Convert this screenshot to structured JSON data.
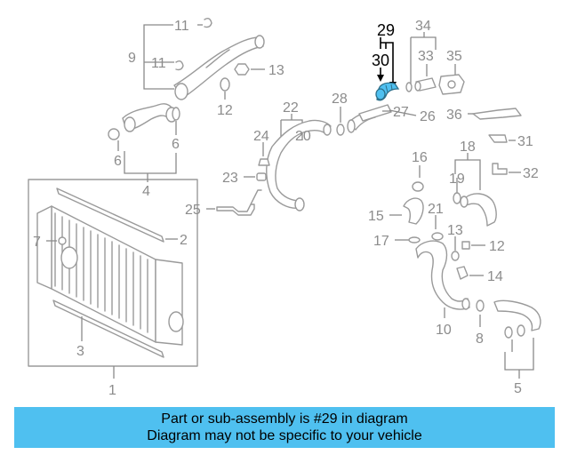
{
  "banner": {
    "line1": "Part or sub-assembly is #29 in diagram",
    "line2": "Diagram may not be specific to your vehicle"
  },
  "highlight_color": "#4fc0f0",
  "highlighted_part": "29",
  "callouts": {
    "c1": "1",
    "c2": "2",
    "c3": "3",
    "c4": "4",
    "c5": "5",
    "c6a": "6",
    "c6b": "6",
    "c7": "7",
    "c8": "8",
    "c9": "9",
    "c10": "10",
    "c11a": "11",
    "c11b": "11",
    "c12a": "12",
    "c12b": "12",
    "c13a": "13",
    "c13b": "13",
    "c14": "14",
    "c15": "15",
    "c16": "16",
    "c17": "17",
    "c18": "18",
    "c19": "19",
    "c20": "20",
    "c21": "21",
    "c22": "22",
    "c23": "23",
    "c24": "24",
    "c25": "25",
    "c26": "26",
    "c27": "27",
    "c28": "28",
    "c29": "29",
    "c30": "30",
    "c31": "31",
    "c32": "32",
    "c33": "33",
    "c34": "34",
    "c35": "35",
    "c36": "36"
  }
}
